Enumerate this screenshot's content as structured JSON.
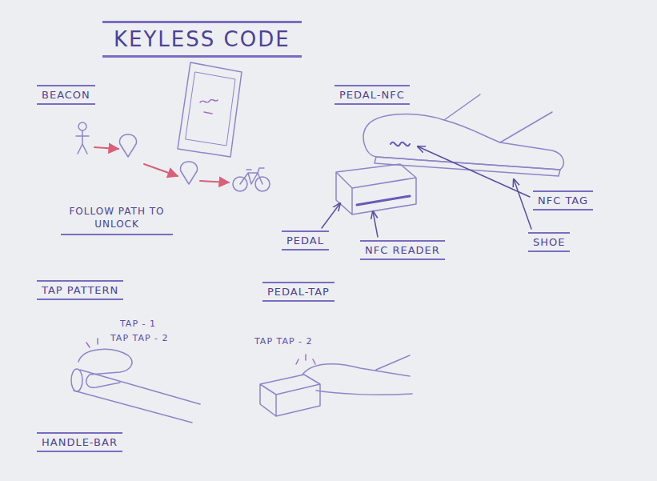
{
  "diagram": {
    "title": "KEYLESS CODE",
    "labels": [
      "BEACON",
      "FOLLOW PATH TO UNLOCK",
      "PEDAL-NFC",
      "NFC TAG",
      "SHOE",
      "PEDAL",
      "NFC READER",
      "TAP PATTERN",
      "TAP - 1",
      "TAP TAP - 2",
      "HANDLE-BAR",
      "PEDAL-TAP",
      "TAP TAP - 2"
    ]
  }
}
